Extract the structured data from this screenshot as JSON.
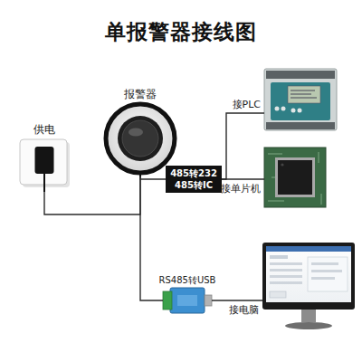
{
  "diagram": {
    "title": "单报警器接线图",
    "nodes": [
      {
        "text": [
          "供电"
        ]
      },
      {
        "text": [
          "报警器"
        ]
      },
      {
        "text": [
          "485转232 485转IC"
        ]
      },
      {
        "text": [
          "接PLC"
        ]
      },
      {
        "text": [
          "接单片机"
        ]
      },
      {
        "text": [
          "RS485转USB"
        ]
      },
      {
        "text": [
          "接电脑"
        ]
      }
    ],
    "edges": [
      {
        "from": 0,
        "to": 1,
        "arrow": "none"
      },
      {
        "from": 1,
        "to": 2,
        "arrow": "none"
      },
      {
        "from": 2,
        "to": 3,
        "arrow": "none"
      },
      {
        "from": 2,
        "to": 4,
        "arrow": "none"
      },
      {
        "from": 1,
        "to": 5,
        "arrow": "none"
      },
      {
        "from": 5,
        "to": 6,
        "arrow": "none"
      }
    ]
  }
}
